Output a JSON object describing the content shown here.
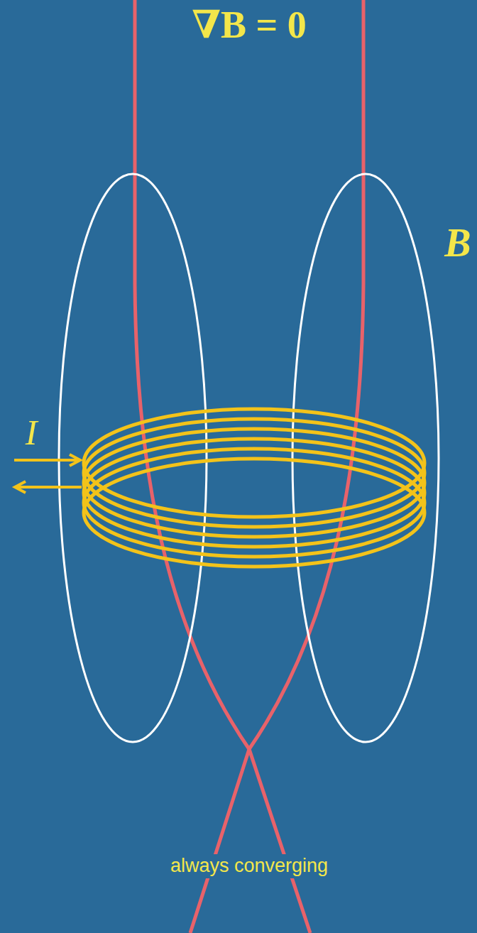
{
  "diagram": {
    "labels": [
      "∇B = 0",
      "B",
      "I",
      "always converging"
    ]
  }
}
